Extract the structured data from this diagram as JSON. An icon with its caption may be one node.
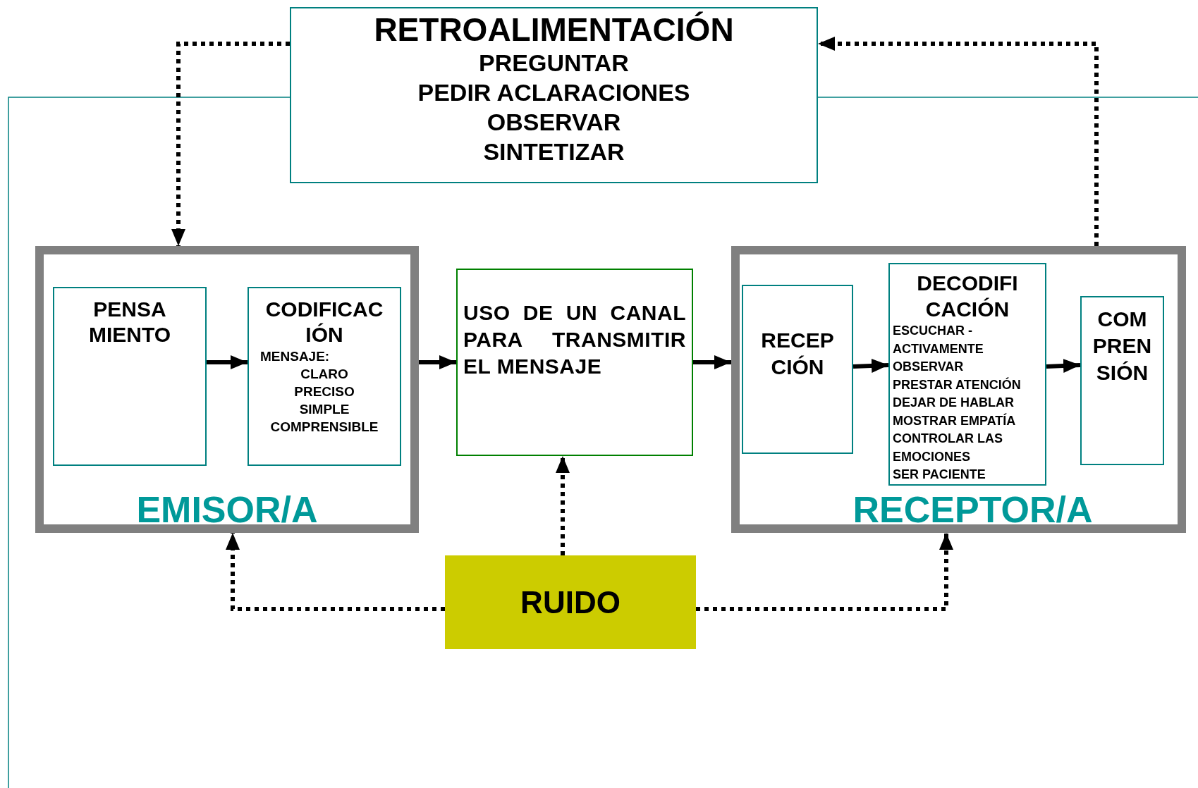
{
  "diagram": {
    "nodes": [
      {
        "text": [
          "RETROALIMENTACIÓN",
          "PREGUNTAR",
          "PEDIR ACLARACIONES",
          "OBSERVAR",
          "SINTETIZAR"
        ]
      },
      {
        "text": [
          "EMISOR/A"
        ]
      },
      {
        "text": [
          "PENSA MIENTO"
        ],
        "in": 1
      },
      {
        "text": [
          "CODIFICAC IÓN",
          "MENSAJE:",
          "CLARO",
          "PRECISO",
          "SIMPLE",
          "COMPRENSIBLE"
        ],
        "in": 1
      },
      {
        "text": [
          "USO DE UN CANAL PARA TRANSMITIR EL MENSAJE"
        ]
      },
      {
        "text": [
          "RECEPTOR/A"
        ]
      },
      {
        "text": [
          "RECEP CIÓN"
        ],
        "in": 5
      },
      {
        "text": [
          "DECODIFI CACIÓN",
          "ESCUCHAR - ACTIVAMENTE",
          "OBSERVAR",
          "PRESTAR ATENCIÓN",
          "DEJAR DE HABLAR",
          "MOSTRAR EMPATÍA",
          "CONTROLAR LAS EMOCIONES",
          "SER PACIENTE"
        ],
        "in": 5
      },
      {
        "text": [
          "COM PREN SIÓN"
        ],
        "in": 5
      },
      {
        "text": [
          "RUIDO"
        ]
      }
    ],
    "edges": [
      {
        "from": 0,
        "to": 1,
        "arrow": "to",
        "style": "dashed"
      },
      {
        "from": 5,
        "to": 0,
        "arrow": "to",
        "style": "dashed"
      },
      {
        "from": 2,
        "to": 3,
        "arrow": "to"
      },
      {
        "from": 1,
        "to": 4,
        "arrow": "to"
      },
      {
        "from": 4,
        "to": 5,
        "arrow": "to"
      },
      {
        "from": 6,
        "to": 7,
        "arrow": "to"
      },
      {
        "from": 7,
        "to": 8,
        "arrow": "to"
      },
      {
        "from": 9,
        "to": 4,
        "arrow": "to",
        "style": "dashed"
      },
      {
        "from": 9,
        "to": 1,
        "arrow": "to",
        "style": "dashed"
      },
      {
        "from": 9,
        "to": 5,
        "arrow": "to",
        "style": "dashed"
      }
    ]
  }
}
